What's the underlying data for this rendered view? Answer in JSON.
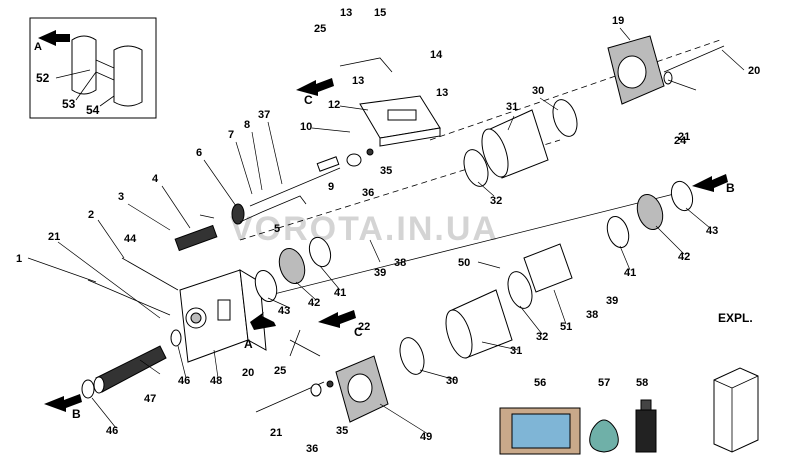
{
  "watermark": "VOROTA.IN.UA",
  "expl_label": "EXPL.",
  "arrow_labels": {
    "a1": "A",
    "a2": "A",
    "b1": "B",
    "b2": "B",
    "c1": "C",
    "c2": "C"
  },
  "callouts": {
    "n1": "1",
    "n2": "2",
    "n3": "3",
    "n4": "4",
    "n5": "5",
    "n6": "6",
    "n7": "7",
    "n8": "8",
    "n9": "9",
    "n10": "10",
    "n12": "12",
    "n13a": "13",
    "n13b": "13",
    "n13c": "13",
    "n14": "14",
    "n15": "15",
    "n19": "19",
    "n20a": "20",
    "n20b": "20",
    "n21a": "21",
    "n21b": "21",
    "n21c": "21",
    "n22": "22",
    "n24": "24",
    "n25a": "25",
    "n25b": "25",
    "n30a": "30",
    "n30b": "30",
    "n31a": "31",
    "n31b": "31",
    "n32a": "32",
    "n32b": "32",
    "n35a": "35",
    "n35b": "35",
    "n36a": "36",
    "n36b": "36",
    "n37": "37",
    "n38a": "38",
    "n38b": "38",
    "n39a": "39",
    "n39b": "39",
    "n41a": "41",
    "n41b": "41",
    "n42a": "42",
    "n42b": "42",
    "n43a": "43",
    "n43b": "43",
    "n44": "44",
    "n46a": "46",
    "n46b": "46",
    "n47": "47",
    "n48": "48",
    "n49": "49",
    "n50": "50",
    "n51": "51",
    "n52": "52",
    "n53": "53",
    "n54": "54",
    "n56": "56",
    "n57": "57",
    "n58": "58"
  }
}
